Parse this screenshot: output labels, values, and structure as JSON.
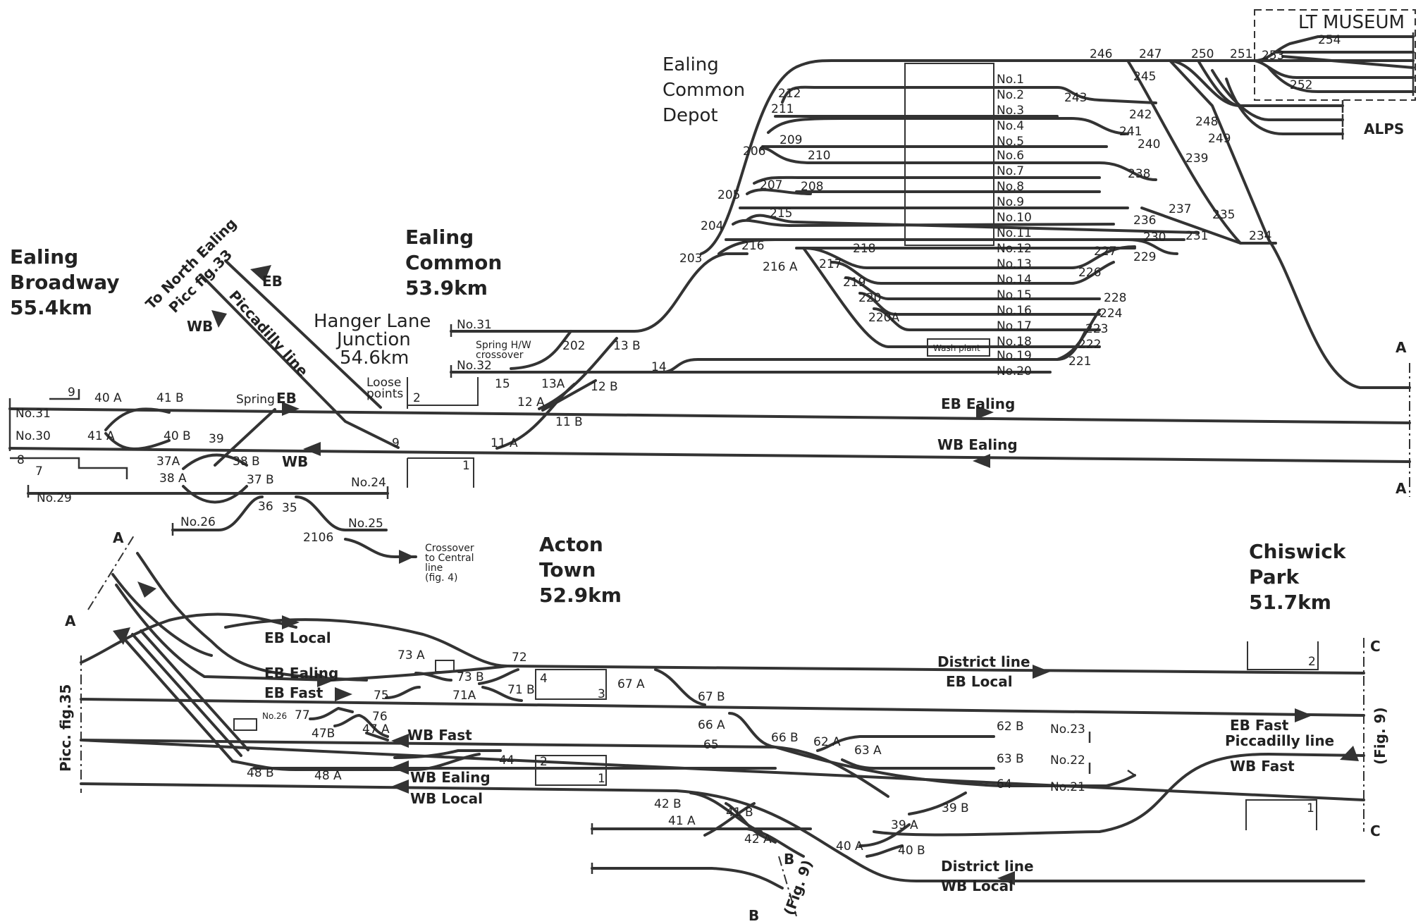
{
  "stations": {
    "ealing_broadway": [
      "Ealing",
      "Broadway",
      "55.4km"
    ],
    "ealing_common": [
      "Ealing",
      "Common",
      "53.9km"
    ],
    "hanger_lane": [
      "Hanger Lane",
      "Junction",
      "54.6km"
    ],
    "acton_town": [
      "Acton",
      "Town",
      "52.9km"
    ],
    "chiswick_park": [
      "Chiswick",
      "Park",
      "51.7km"
    ],
    "depot": [
      "Ealing",
      "Common",
      "Depot"
    ]
  },
  "labels": {
    "lt_museum": "LT MUSEUM",
    "alps": "ALPS",
    "to_north_ealing": "To North Ealing",
    "picc_fig33": "Picc fig.33",
    "piccadilly_line": "Piccadilly line",
    "eb": "EB",
    "wb": "WB",
    "spring": "Spring",
    "loose_points": [
      "Loose",
      "points"
    ],
    "eb_ealing": "EB Ealing",
    "wb_ealing": "WB Ealing",
    "spring_hw": [
      "Spring H/W",
      "crossover"
    ],
    "crossover_central": [
      "Crossover",
      "to Central",
      "line",
      "(fig. 4)"
    ],
    "wash_plant": "Wash plant",
    "eb_local": "EB Local",
    "eb_ealing_lower": "EB Ealing",
    "eb_fast": "EB Fast",
    "wb_fast": "WB Fast",
    "wb_ealing_lower": "WB Ealing",
    "wb_local": "WB Local",
    "district_eb": [
      "District line",
      "EB Local"
    ],
    "district_wb": [
      "District line",
      "WB Local"
    ],
    "picc_eb_fast": [
      "EB Fast",
      "Piccadilly line",
      "WB Fast"
    ],
    "picc_fig35": "Picc. fig.35",
    "fig9": "(Fig. 9)",
    "fig9_b": "(Fig. 9)"
  },
  "depot_roads": [
    "No.1",
    "No.2",
    "No.3",
    "No.4",
    "No.5",
    "No.6",
    "No.7",
    "No.8",
    "No.9",
    "No.10",
    "No.11",
    "No.12",
    "No.13",
    "No.14",
    "No.15",
    "No.16",
    "No.17",
    "No.18",
    "No.19",
    "No.20"
  ],
  "sidings": {
    "no31": "No.31",
    "no30": "No.30",
    "no29": "No.29",
    "no24": "No.24",
    "no26": "No.26",
    "no25": "No.25",
    "no31_ec": "No.31",
    "no32_ec": "No.32",
    "no26_at": "No.26",
    "no23": "No.23",
    "no22": "No.22",
    "no21": "No.21"
  },
  "points": {
    "p246": "246",
    "p247": "247",
    "p250": "250",
    "p251": "251",
    "p253": "253",
    "p254": "254",
    "p252": "252",
    "p245": "245",
    "p243": "243",
    "p242": "242",
    "p241": "241",
    "p240": "240",
    "p239": "239",
    "p238": "238",
    "p237": "237",
    "p236": "236",
    "p235": "235",
    "p230": "230",
    "p231": "231",
    "p234": "234",
    "p229": "229",
    "p227": "227",
    "p226": "226",
    "p228": "228",
    "p224": "224",
    "p223": "223",
    "p222": "222",
    "p221": "221",
    "p248": "248",
    "p249": "249",
    "p212": "212",
    "p211": "211",
    "p206": "206",
    "p209": "209",
    "p210": "210",
    "p205": "205",
    "p207": "207",
    "p208": "208",
    "p204": "204",
    "p215": "215",
    "p203": "203",
    "p216": "216",
    "p216a": "216 A",
    "p217": "217",
    "p218": "218",
    "p219": "219",
    "p220": "220",
    "p220a": "220A",
    "p202": "202",
    "p13b": "13 B",
    "p14": "14",
    "p15": "15",
    "p13a": "13A",
    "p12a": "12 A",
    "p12b": "12 B",
    "p11a": "11 A",
    "p11b": "11 B",
    "p9": "9",
    "p9b": "9",
    "p40a": "40 A",
    "p41b": "41 B",
    "p41a": "41 A",
    "p40b": "40 B",
    "p39": "39",
    "p37a": "37A",
    "p38b": "38 B",
    "p38a": "38 A",
    "p37b": "37 B",
    "p36": "36",
    "p35": "35",
    "p2106": "2106",
    "p8": "8",
    "p7": "7",
    "p1": "1",
    "p2": "2",
    "p73a": "73 A",
    "p72": "72",
    "p73b": "73 B",
    "p75": "75",
    "p71a": "71A",
    "p71b": "71 B",
    "p67a": "67 A",
    "p67b": "67 B",
    "p77": "77",
    "p76": "76",
    "p47b": "47B",
    "p47a": "47 A",
    "p66a": "66 A",
    "p66b": "66 B",
    "p65": "65",
    "p62a": "62 A",
    "p63a": "63 A",
    "p62b": "62 B",
    "p63b": "63 B",
    "p64": "64",
    "p44": "44",
    "p48b": "48 B",
    "p48a": "48 A",
    "p42b": "42 B",
    "p41a_l": "41 A",
    "p41b_l": "41 B",
    "p42a": "42 A",
    "p39a": "39 A",
    "p39b": "39 B",
    "p40a_l": "40 A",
    "p40b_l": "40 B",
    "pb4": "4",
    "pb3": "3",
    "pb2": "2",
    "pb1": "1",
    "pc2": "2",
    "pc1": "1"
  },
  "line_ends": {
    "a1": "A",
    "a2": "A",
    "a3": "A",
    "a4": "A",
    "b1": "B",
    "b2": "B",
    "c1": "C",
    "c2": "C"
  }
}
